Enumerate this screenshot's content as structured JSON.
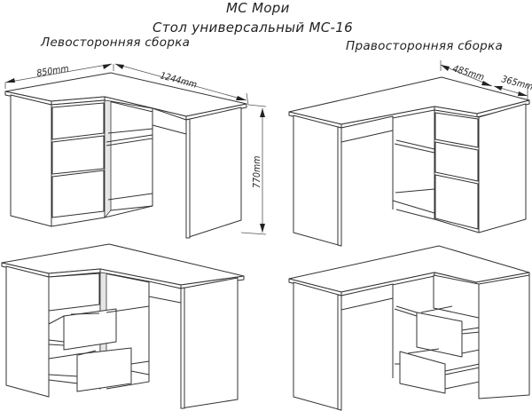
{
  "header": {
    "brand": "МС Мори",
    "product_title": "Стол универсальный МС-16"
  },
  "views": {
    "left_assembly": {
      "caption": "Левосторонняя сборка",
      "dimensions": {
        "width_cabinet": "850mm",
        "length_top": "1244mm",
        "height": "770mm"
      }
    },
    "right_assembly": {
      "caption": "Правосторонняя сборка",
      "dimensions": {
        "depth_main": "485mm",
        "depth_cabinet": "365mm"
      }
    },
    "left_assembly_open": {
      "drawers_open": 2,
      "drawers_total": 3
    },
    "right_assembly_open": {
      "drawers_open": 2,
      "drawers_total": 3
    }
  },
  "colors": {
    "line": "#333333",
    "background": "#ffffff",
    "shade": "#e6e6e6"
  }
}
